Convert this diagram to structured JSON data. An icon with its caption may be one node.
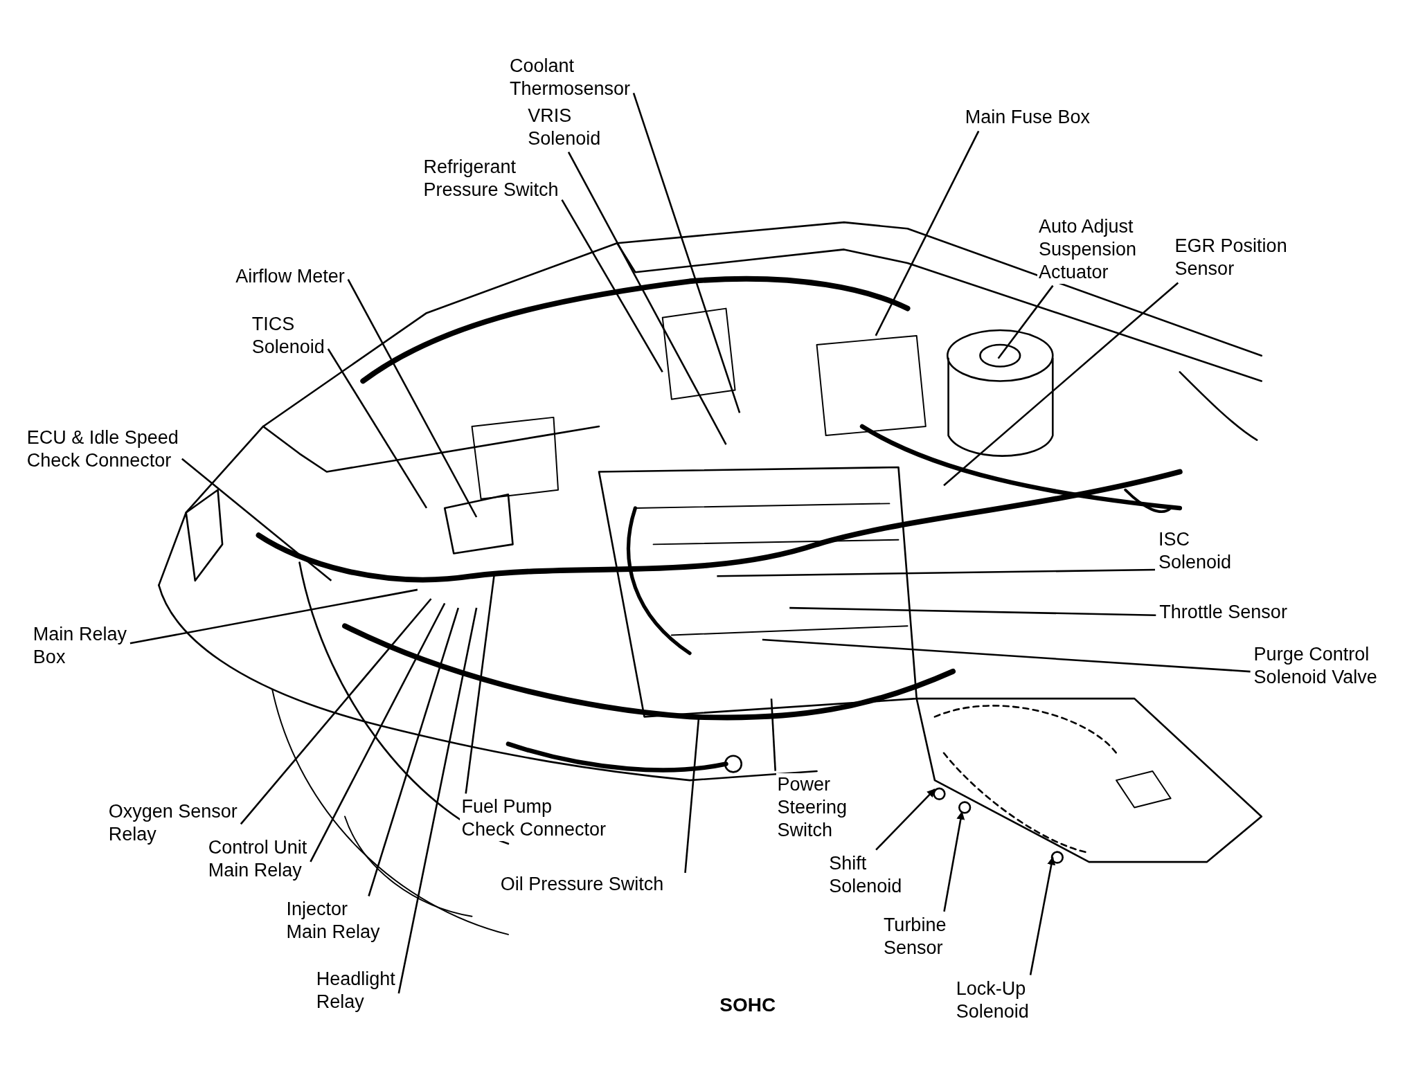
{
  "diagram": {
    "caption": "SOHC",
    "nodes": [
      {
        "text": [
          "Coolant Thermosensor"
        ]
      },
      {
        "text": [
          "VRIS Solenoid"
        ]
      },
      {
        "text": [
          "Refrigerant Pressure Switch"
        ]
      },
      {
        "text": [
          "Main Fuse Box"
        ]
      },
      {
        "text": [
          "Auto Adjust Suspension Actuator"
        ]
      },
      {
        "text": [
          "EGR Position Sensor"
        ]
      },
      {
        "text": [
          "Airflow Meter"
        ]
      },
      {
        "text": [
          "TICS Solenoid"
        ]
      },
      {
        "text": [
          "ECU & Idle Speed Check Connector"
        ]
      },
      {
        "text": [
          "ISC Solenoid"
        ]
      },
      {
        "text": [
          "Throttle Sensor"
        ]
      },
      {
        "text": [
          "Purge Control Solenoid Valve"
        ]
      },
      {
        "text": [
          "Main Relay Box"
        ]
      },
      {
        "text": [
          "Oxygen Sensor Relay"
        ]
      },
      {
        "text": [
          "Control Unit Main Relay"
        ]
      },
      {
        "text": [
          "Injector Main Relay"
        ]
      },
      {
        "text": [
          "Headlight Relay"
        ]
      },
      {
        "text": [
          "Fuel Pump Check Connector"
        ]
      },
      {
        "text": [
          "Oil Pressure Switch"
        ]
      },
      {
        "text": [
          "Power Steering Switch"
        ]
      },
      {
        "text": [
          "Shift Solenoid"
        ]
      },
      {
        "text": [
          "Turbine Sensor"
        ]
      },
      {
        "text": [
          "Lock-Up Solenoid"
        ]
      }
    ],
    "edges": [
      {
        "from": 0,
        "to": null,
        "arrow": "none"
      },
      {
        "from": 1,
        "to": null,
        "arrow": "none"
      },
      {
        "from": 2,
        "to": null,
        "arrow": "none"
      },
      {
        "from": 3,
        "to": null,
        "arrow": "none"
      },
      {
        "from": 4,
        "to": null,
        "arrow": "none"
      },
      {
        "from": 5,
        "to": null,
        "arrow": "none"
      },
      {
        "from": 6,
        "to": null,
        "arrow": "none"
      },
      {
        "from": 7,
        "to": null,
        "arrow": "none"
      },
      {
        "from": 8,
        "to": null,
        "arrow": "none"
      },
      {
        "from": 9,
        "to": null,
        "arrow": "none"
      },
      {
        "from": 10,
        "to": null,
        "arrow": "none"
      },
      {
        "from": 11,
        "to": null,
        "arrow": "none"
      },
      {
        "from": 12,
        "to": null,
        "arrow": "none"
      },
      {
        "from": 13,
        "to": null,
        "arrow": "none"
      },
      {
        "from": 14,
        "to": null,
        "arrow": "none"
      },
      {
        "from": 15,
        "to": null,
        "arrow": "none"
      },
      {
        "from": 16,
        "to": null,
        "arrow": "none"
      },
      {
        "from": 17,
        "to": null,
        "arrow": "none"
      },
      {
        "from": 18,
        "to": null,
        "arrow": "none"
      },
      {
        "from": 19,
        "to": null,
        "arrow": "none"
      },
      {
        "from": 20,
        "to": null,
        "arrow": "to"
      },
      {
        "from": 21,
        "to": null,
        "arrow": "to"
      },
      {
        "from": 22,
        "to": null,
        "arrow": "to"
      }
    ]
  }
}
